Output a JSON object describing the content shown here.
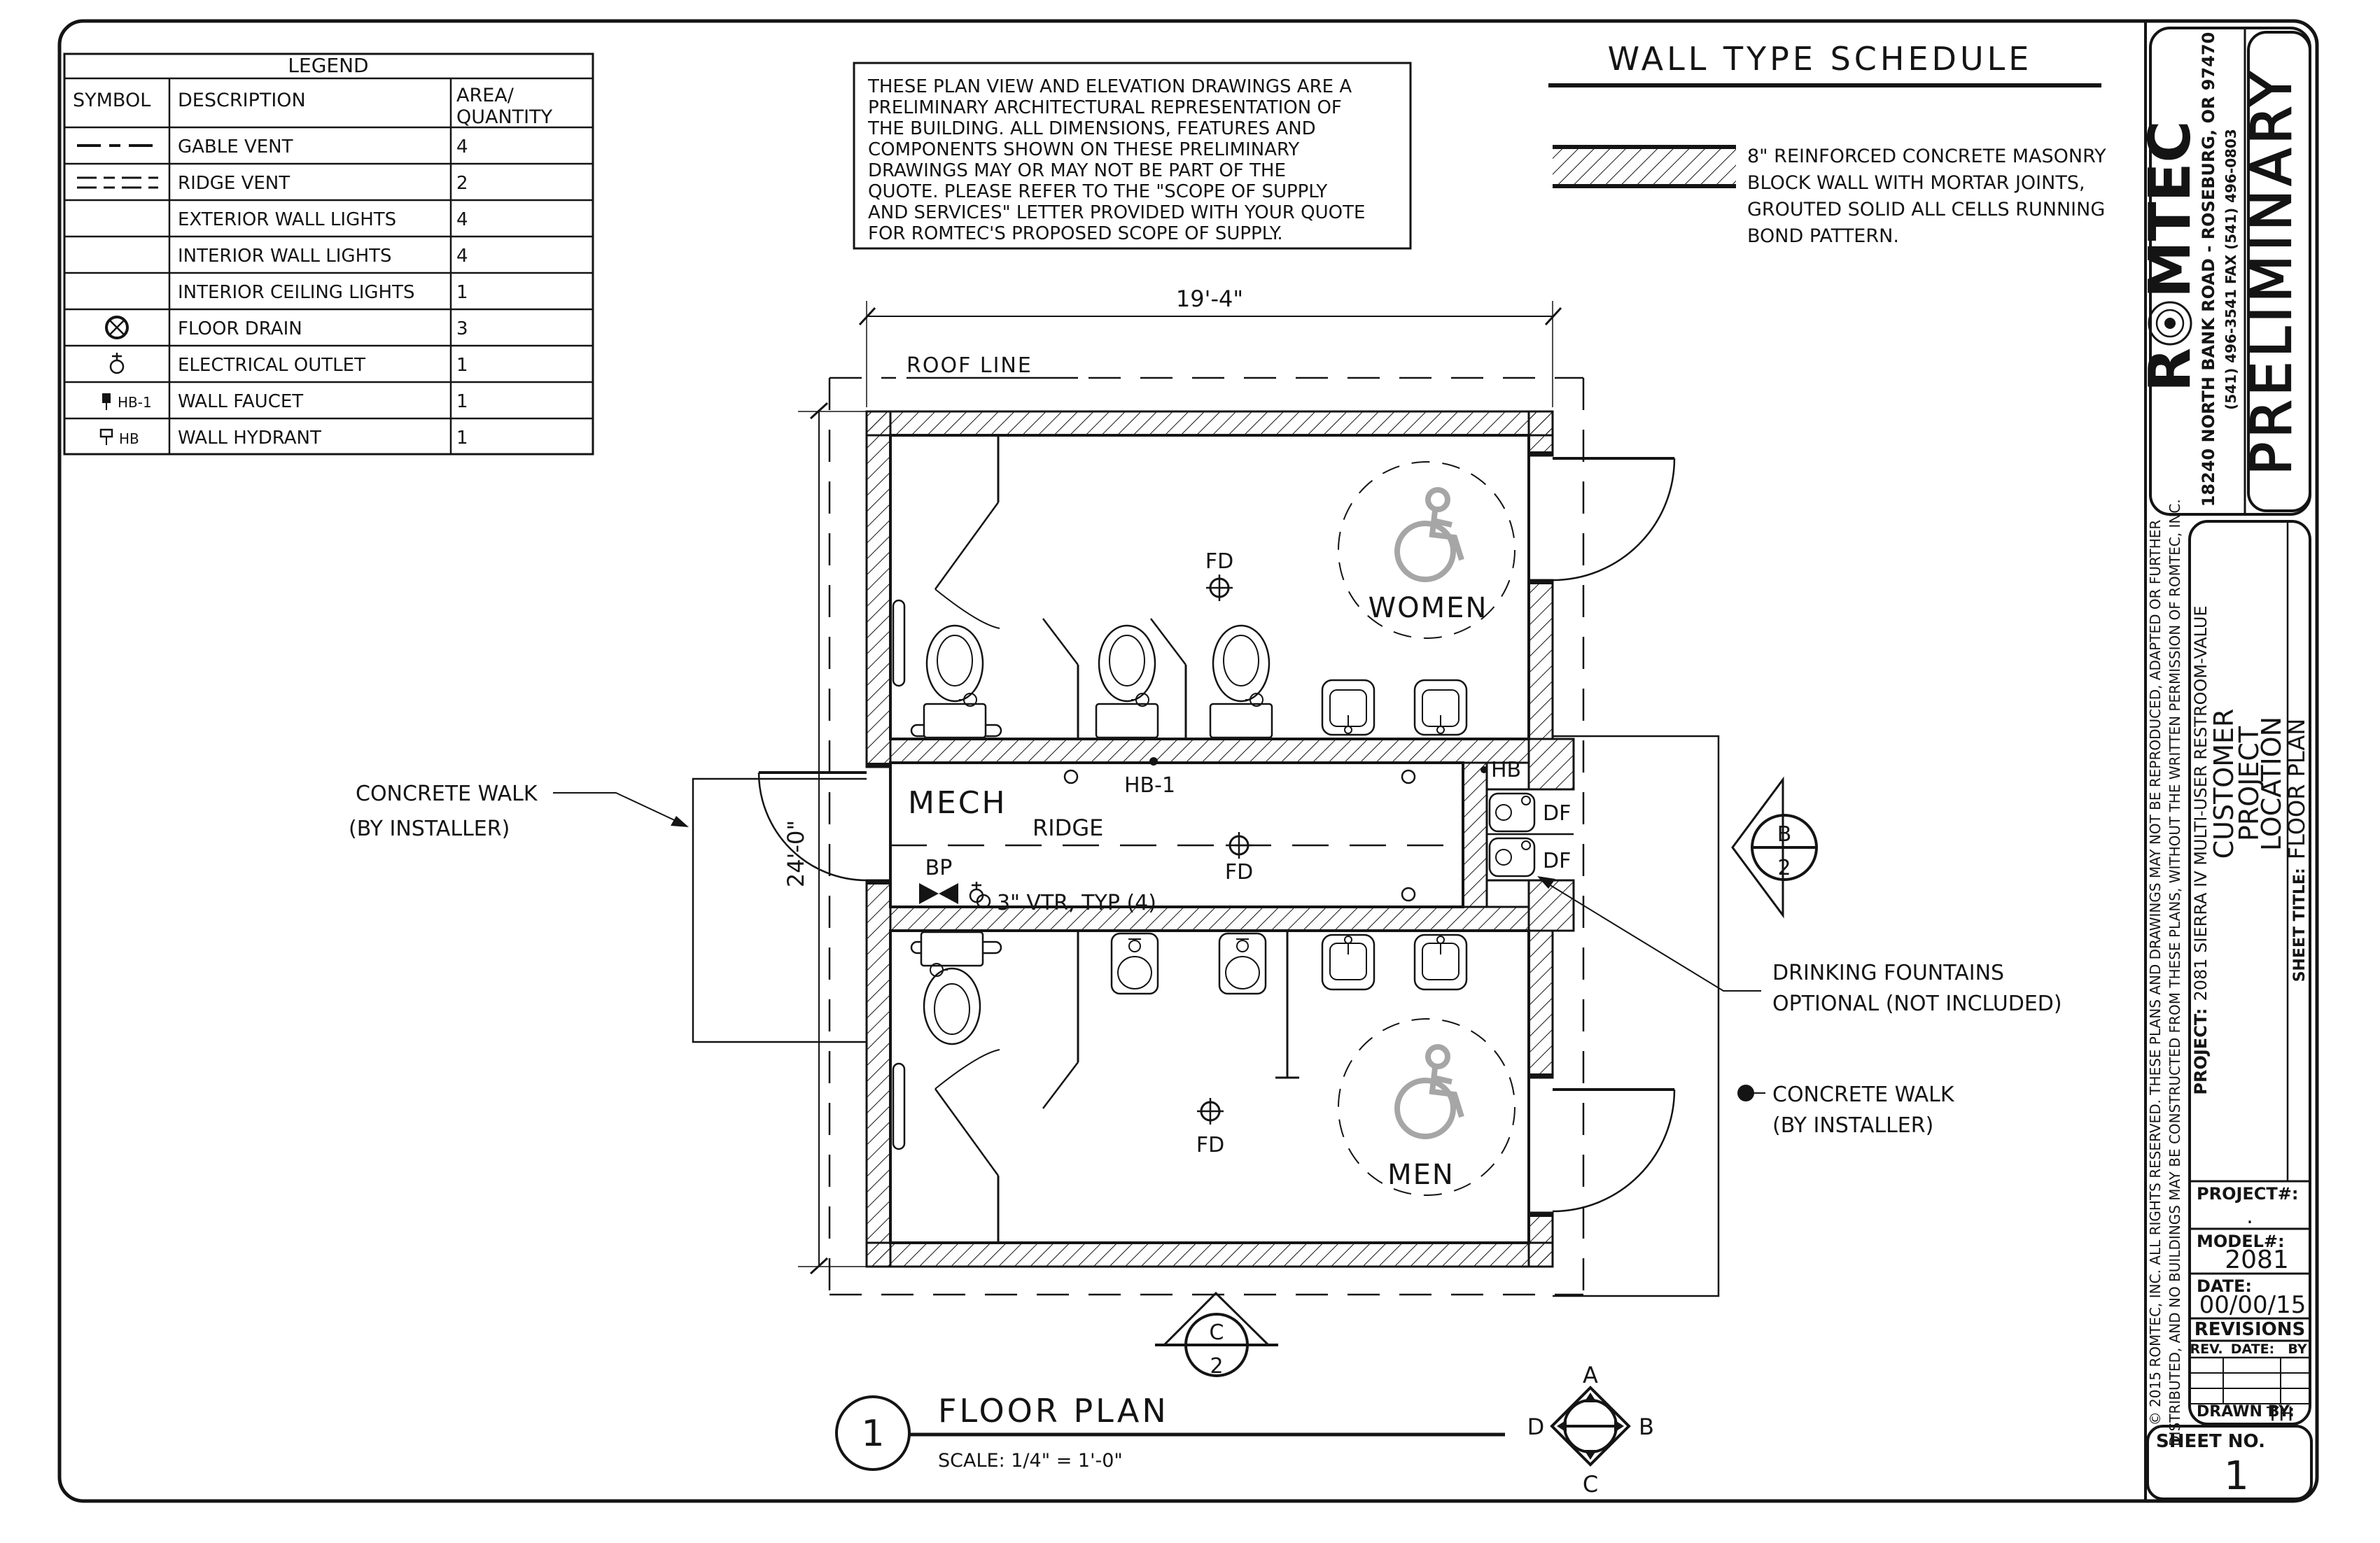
{
  "legend": {
    "title": "LEGEND",
    "col_symbol": "SYMBOL",
    "col_description": "DESCRIPTION",
    "col_area1": "AREA/",
    "col_area2": "QUANTITY",
    "rows": [
      {
        "description": "GABLE VENT",
        "qty": "4"
      },
      {
        "description": "RIDGE VENT",
        "qty": "2"
      },
      {
        "description": "EXTERIOR WALL LIGHTS",
        "qty": "4"
      },
      {
        "description": "INTERIOR WALL LIGHTS",
        "qty": "4"
      },
      {
        "description": "INTERIOR CEILING LIGHTS",
        "qty": "1"
      },
      {
        "description": "FLOOR DRAIN",
        "qty": "3"
      },
      {
        "description": "ELECTRICAL OUTLET",
        "qty": "1"
      },
      {
        "description": "WALL FAUCET",
        "qty": "1",
        "symbol_label": "HB-1"
      },
      {
        "description": "WALL HYDRANT",
        "qty": "1",
        "symbol_label": "HB"
      }
    ]
  },
  "notes": {
    "lines": [
      "THESE PLAN VIEW AND ELEVATION DRAWINGS ARE A",
      "PRELIMINARY ARCHITECTURAL REPRESENTATION OF",
      "THE BUILDING. ALL DIMENSIONS, FEATURES AND",
      "COMPONENTS SHOWN ON THESE PRELIMINARY",
      "DRAWINGS MAY OR MAY NOT BE PART OF THE",
      "QUOTE. PLEASE REFER TO THE \"SCOPE OF SUPPLY",
      "AND SERVICES\" LETTER PROVIDED WITH YOUR QUOTE",
      "FOR ROMTEC'S PROPOSED SCOPE OF SUPPLY."
    ]
  },
  "wall_schedule": {
    "title": "WALL TYPE SCHEDULE",
    "lines": [
      "8\" REINFORCED CONCRETE MASONRY",
      "BLOCK WALL WITH MORTAR JOINTS,",
      "GROUTED SOLID ALL CELLS RUNNING",
      "BOND PATTERN."
    ]
  },
  "plan": {
    "dim_width": "19'-4\"",
    "dim_height": "24'-0\"",
    "roof_line": "ROOF LINE",
    "rooms": {
      "women": "WOMEN",
      "mech": "MECH",
      "men": "MEN"
    },
    "labels": {
      "ridge": "RIDGE",
      "fd": "FD",
      "hb1": "HB-1",
      "hb": "HB",
      "df": "DF",
      "bp": "BP",
      "vtr": "3\" VTR, TYP (4)"
    },
    "callouts": {
      "concrete_walk_left1": "CONCRETE WALK",
      "concrete_walk_left2": "(BY INSTALLER)",
      "drinking1": "DRINKING FOUNTAINS",
      "drinking2": "OPTIONAL (NOT INCLUDED)",
      "concrete_walk_right1": "CONCRETE WALK",
      "concrete_walk_right2": "(BY INSTALLER)"
    },
    "section_b": {
      "letter": "B",
      "number": "2"
    },
    "section_c": {
      "letter": "C",
      "number": "2"
    },
    "compass": {
      "a": "A",
      "b": "B",
      "c": "C",
      "d": "D"
    },
    "title": {
      "number": "1",
      "text": "FLOOR PLAN",
      "scale": "SCALE: 1/4\" = 1'-0\""
    }
  },
  "title_block": {
    "logo_r": "R",
    "logo_mtec": "MTEC",
    "address": "18240 NORTH BANK ROAD - ROSEBURG, OR 97470",
    "phone": "(541) 496-3541    FAX (541) 496-0803",
    "preliminary": "PRELIMINARY",
    "copyright1": "© 2015 ROMTEC, INC.  ALL RIGHTS RESERVED.  THESE PLANS AND DRAWINGS MAY NOT BE REPRODUCED, ADAPTED OR FURTHER",
    "copyright2": "DISTRIBUTED, AND NO BUILDINGS MAY BE CONSTRUCTED FROM THESE PLANS, WITHOUT THE WRITTEN PERMISSION OF ROMTEC, INC.",
    "project_label": "PROJECT:",
    "project_value": "2081 SIERRA IV MULTI-USER RESTROOM-VALUE",
    "customer_lines": [
      "CUSTOMER",
      "PROJECT",
      "LOCATION"
    ],
    "sheet_title_label": "SHEET TITLE:",
    "sheet_title_value": "FLOOR PLAN",
    "project_no_label": "PROJECT#:",
    "project_no_value": ".",
    "model_label": "MODEL#:",
    "model_value": "2081",
    "date_label": "DATE:",
    "date_value": "00/00/15",
    "revisions_title": "REVISIONS",
    "rev_col": "REV.",
    "rev_date_col": "DATE:",
    "rev_by_col": "BY",
    "drawn_by_label": "DRAWN BY:",
    "drawn_by_value": "TH",
    "sheet_no_label": "SHEET NO.",
    "sheet_no_value": "1"
  }
}
